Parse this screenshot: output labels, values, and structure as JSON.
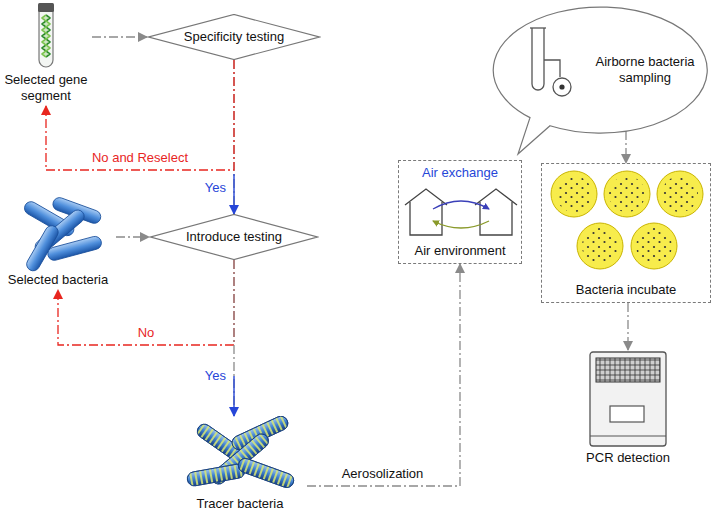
{
  "diagram": {
    "nodes": [
      {
        "text": [
          "Selected gene segment"
        ]
      },
      {
        "text": [
          "Specificity testing"
        ]
      },
      {
        "text": [
          "Selected bacteria"
        ]
      },
      {
        "text": [
          "Introduce testing"
        ]
      },
      {
        "text": [
          "Tracer bacteria"
        ]
      },
      {
        "text": [
          "Air exchange",
          "Air environment"
        ]
      },
      {
        "text": [
          "Airborne bacteria sampling"
        ]
      },
      {
        "text": [
          "Bacteria incubate"
        ]
      },
      {
        "text": [
          "PCR detection"
        ]
      }
    ],
    "edges": [
      {
        "from": 0,
        "to": 1,
        "arrow": "to"
      },
      {
        "from": 1,
        "to": 3,
        "arrow": "to",
        "label": "Yes"
      },
      {
        "from": 1,
        "to": 0,
        "arrow": "to",
        "label": "No and Reselect"
      },
      {
        "from": 2,
        "to": 3,
        "arrow": "to"
      },
      {
        "from": 3,
        "to": 2,
        "arrow": "to",
        "label": "No"
      },
      {
        "from": 3,
        "to": 4,
        "arrow": "to",
        "label": "Yes"
      },
      {
        "from": 4,
        "to": 5,
        "arrow": "to",
        "label": "Aerosolization"
      },
      {
        "from": 6,
        "to": 7,
        "arrow": "to"
      },
      {
        "from": 7,
        "to": 8,
        "arrow": "to"
      }
    ]
  }
}
